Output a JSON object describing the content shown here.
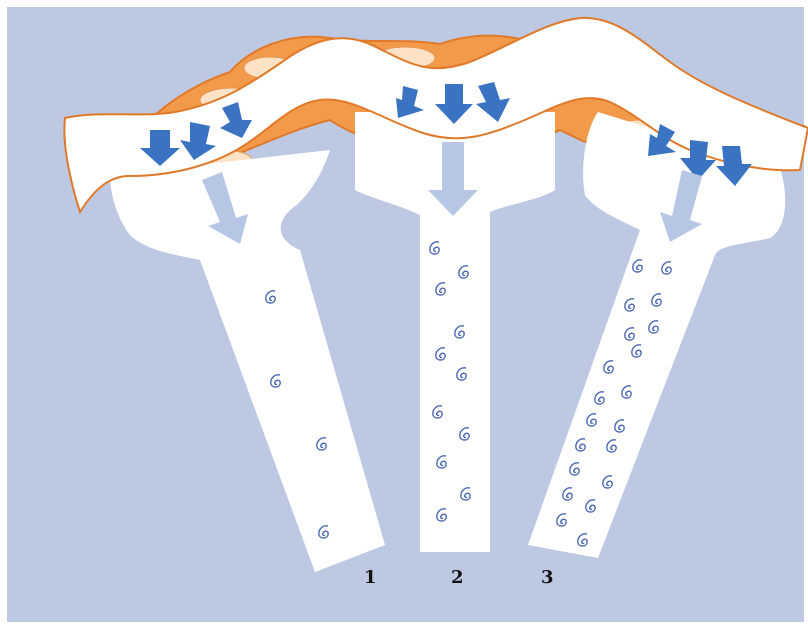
{
  "labels": {
    "branch_1": "1",
    "branch_2": "2",
    "branch_3": "3"
  },
  "colors": {
    "background_panel": "#bdc9e3",
    "tissue_orange": "#f29a4a",
    "tissue_outline": "#e07a2a",
    "cell_fill": "#fde2c6",
    "channel_white": "#ffffff",
    "flow_arrow_dark": "#3a73c2",
    "flow_arrow_light": "#b8c6e6",
    "spiral_blue": "#4a68b4"
  },
  "icons": {
    "flow_arrow": "down-arrow-icon",
    "particle": "spiral-icon"
  },
  "particles": {
    "branch_1_count": 4,
    "branch_2_count": 11,
    "branch_3_count": 20
  }
}
